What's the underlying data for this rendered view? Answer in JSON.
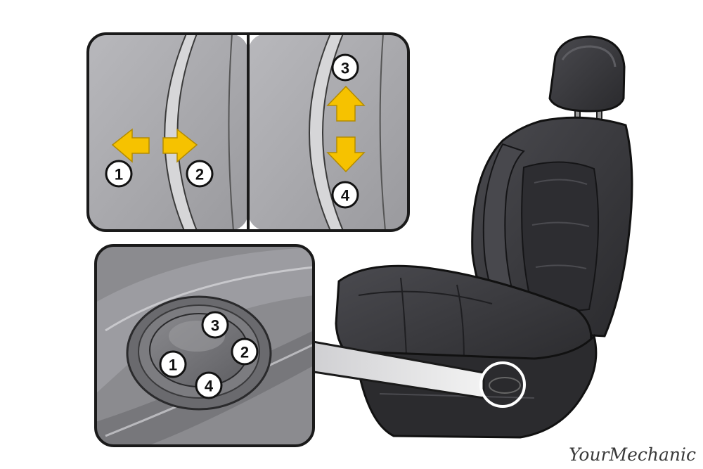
{
  "colors": {
    "panel_fill": "#a9a9ad",
    "panel_border": "#1a1a1a",
    "arrow": "#f6c200",
    "seat": "#3c3c40",
    "seat_dark": "#1f1f22",
    "badge_fill": "#ffffff"
  },
  "top_left_panel": {
    "arrows": [
      {
        "icon": "arrow-left-icon",
        "label": "1"
      },
      {
        "icon": "arrow-right-icon",
        "label": "2"
      }
    ]
  },
  "top_right_panel": {
    "arrows": [
      {
        "icon": "arrow-up-icon",
        "label": "3"
      },
      {
        "icon": "arrow-down-icon",
        "label": "4"
      }
    ]
  },
  "control_panel": {
    "buttons": [
      "1",
      "2",
      "3",
      "4"
    ]
  },
  "brand": "YourMechanic"
}
